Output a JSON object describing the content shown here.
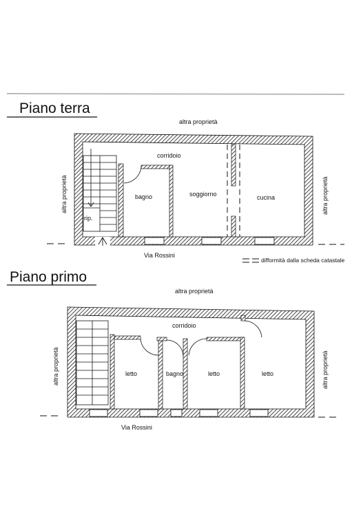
{
  "ground_floor": {
    "heading": "Piano terra",
    "top_neighbour": "altra proprietà",
    "left_neighbour": "altra proprietà",
    "right_neighbour": "altra proprietà",
    "street": "Via Rossini",
    "rooms": {
      "corridor": "corridoio",
      "bathroom": "bagno",
      "living": "soggiorno",
      "kitchen": "cucina",
      "storage": "rip."
    },
    "legend": "difformità dalla scheda catastale"
  },
  "first_floor": {
    "heading": "Piano primo",
    "top_neighbour": "altra proprietà",
    "left_neighbour": "altra proprietà",
    "right_neighbour": "altra proprietà",
    "street": "Via Rossini",
    "rooms": {
      "corridor": "corridoio",
      "bedroom_1": "letto",
      "bathroom": "bagno",
      "bedroom_2": "letto",
      "bedroom_3": "letto"
    }
  },
  "colors": {
    "ink": "#111111",
    "hatch": "#1a1a1a",
    "background": "#ffffff"
  }
}
